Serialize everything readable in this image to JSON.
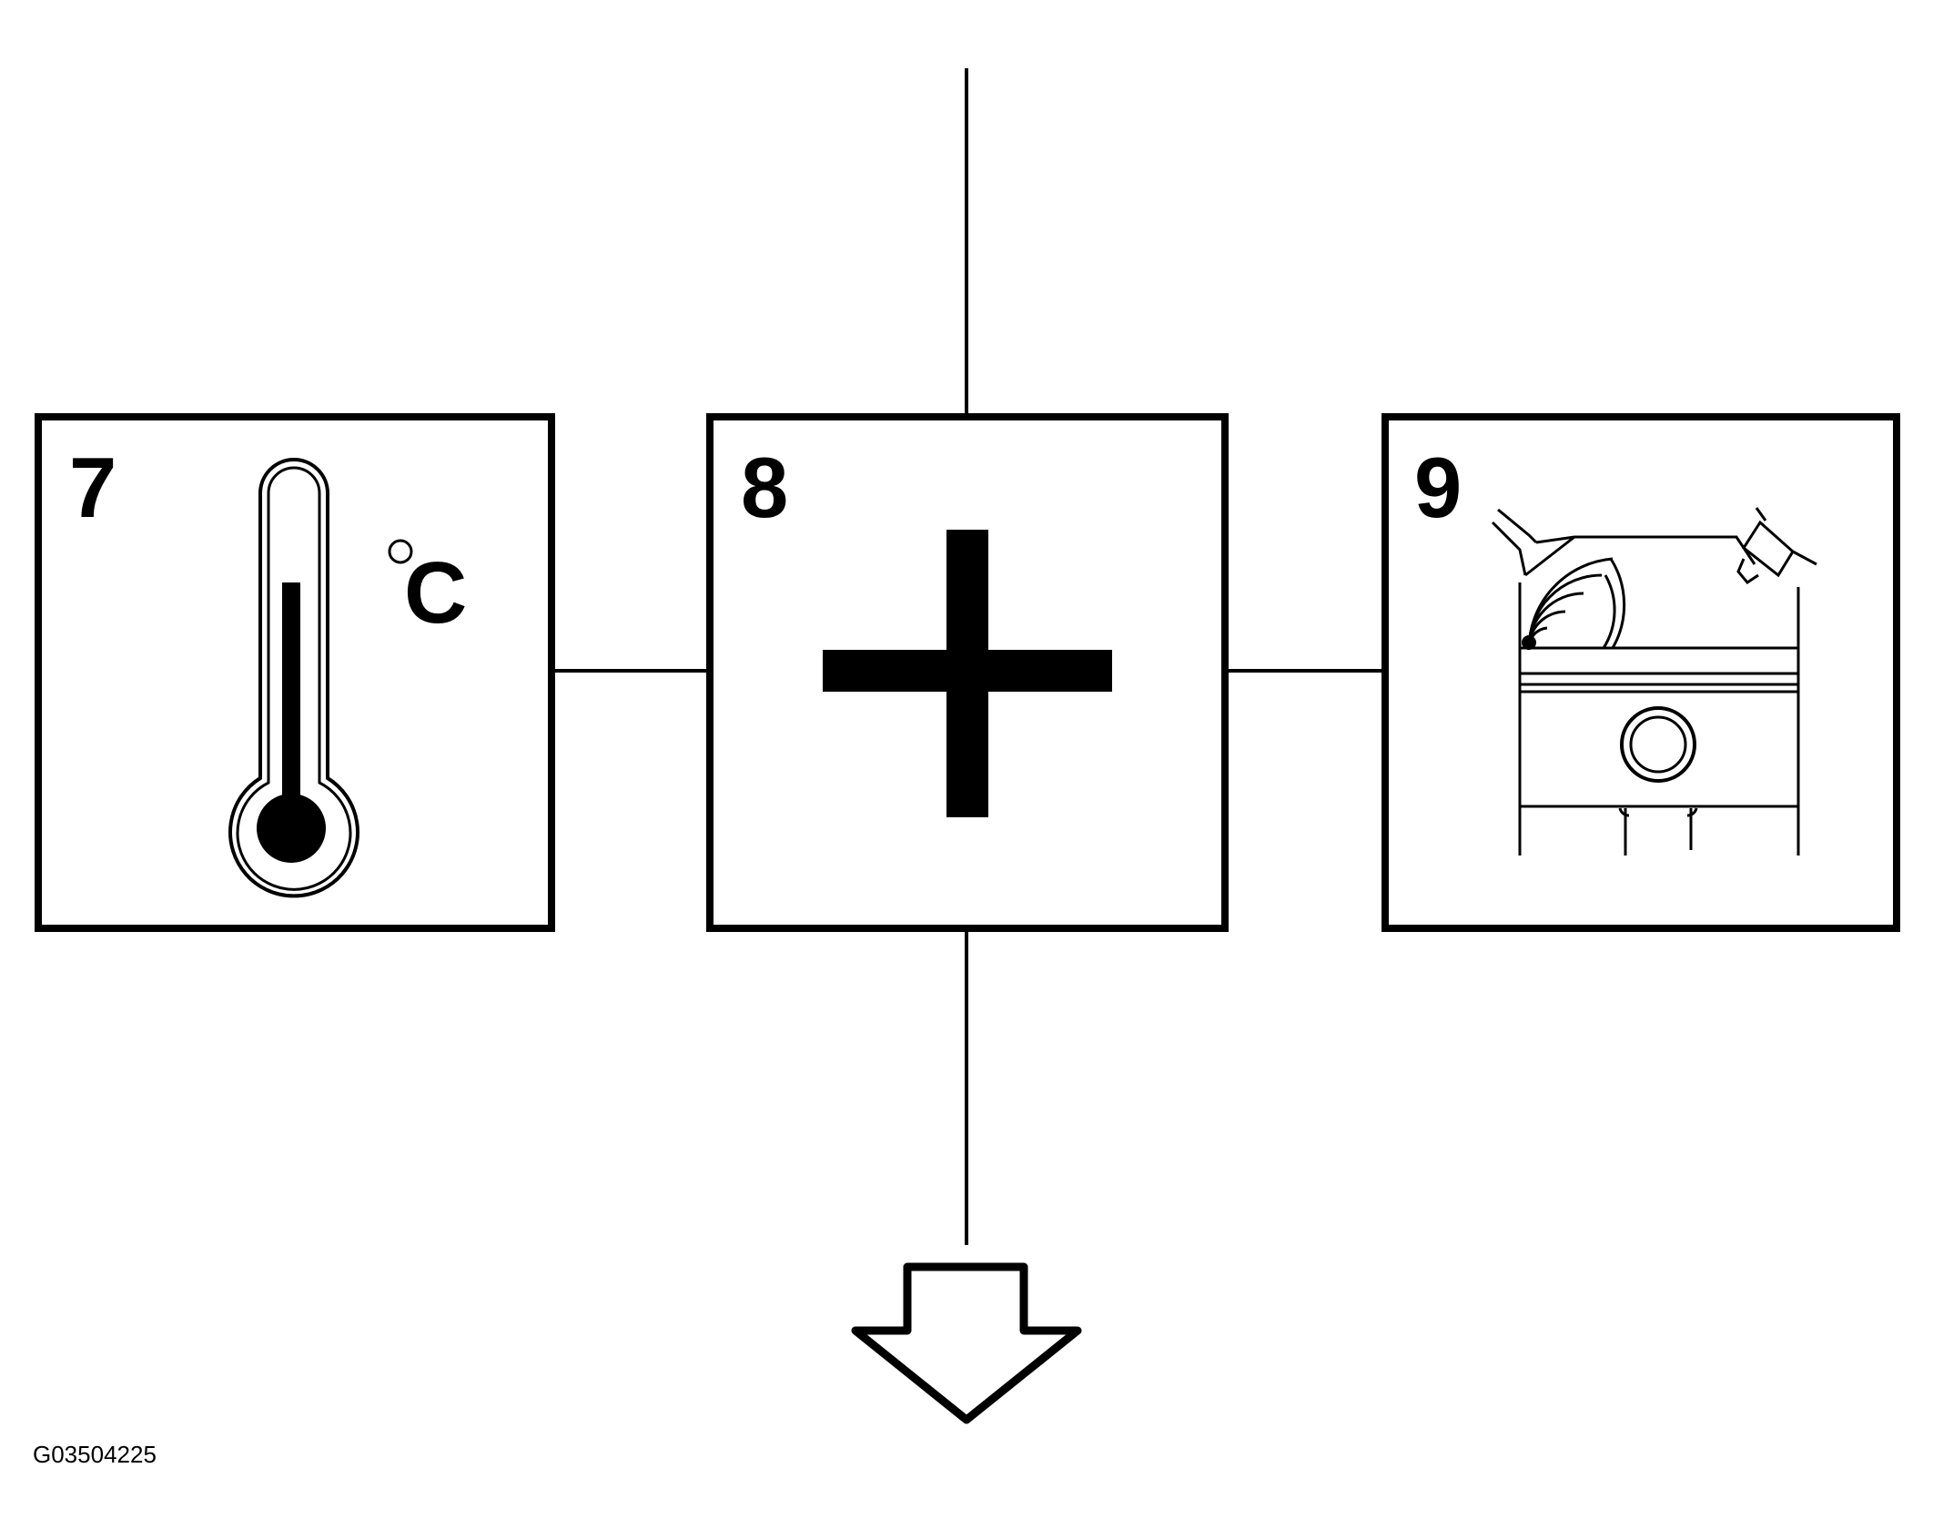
{
  "steps": [
    {
      "number": "7",
      "icon": "thermometer-icon",
      "unit_label": "C"
    },
    {
      "number": "8",
      "icon": "plus-icon"
    },
    {
      "number": "9",
      "icon": "engine-piston-icon"
    }
  ],
  "flow": {
    "direction": "down",
    "icon": "down-arrow-icon"
  },
  "figure_id": "G03504225"
}
